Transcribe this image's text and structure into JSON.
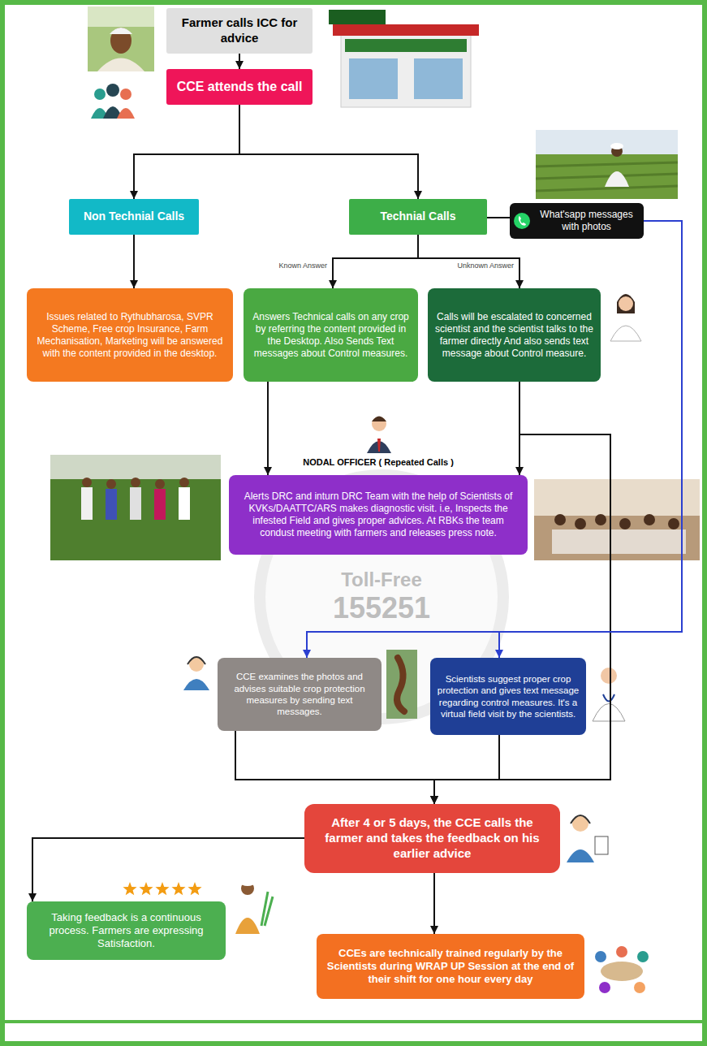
{
  "diagram": {
    "nodes": [
      {
        "text": [
          "Farmer calls ICC for advice"
        ]
      },
      {
        "text": [
          "CCE attends the call"
        ]
      },
      {
        "text": [
          "Non Technial Calls"
        ]
      },
      {
        "text": [
          "Technial Calls"
        ]
      },
      {
        "text": [
          "What'sapp messages with photos"
        ]
      },
      {
        "text": [
          "Issues related to Rythubharosa, SVPR Scheme, Free crop Insurance, Farm Mechanisation, Marketing will be answered with the content provided in the desktop."
        ]
      },
      {
        "text": [
          "Answers Technical calls on any crop by referring the content provided in the Desktop. Also Sends Text messages about Control measures."
        ]
      },
      {
        "text": [
          "Calls will be escalated to concerned scientist and the scientist talks to the farmer directly And also sends text message about Control measure."
        ]
      },
      {
        "text": [
          "NODAL OFFICER ( Repeated Calls )",
          "Alerts DRC and inturn DRC Team with the help of Scientists of KVKs/DAATTC/ARS makes diagnostic visit. i.e, Inspects the infested Field and gives proper advices. At RBKs the team condust meeting with farmers and releases press note."
        ]
      },
      {
        "text": [
          "CCE examines the photos and advises suitable crop protection measures by sending text messages."
        ]
      },
      {
        "text": [
          "Scientists suggest proper crop protection and gives text message regarding control measures. It's a virtual field visit by the scientists."
        ]
      },
      {
        "text": [
          "After 4 or 5 days, the CCE calls the farmer and takes the feedback on his earlier advice"
        ]
      },
      {
        "text": [
          "Taking feedback is a continuous process. Farmers are expressing Satisfaction."
        ]
      },
      {
        "text": [
          "CCEs are technically trained regularly by the Scientists during WRAP UP Session at the end of their shift for one hour every day"
        ]
      }
    ],
    "edges": [
      {
        "from": 0,
        "to": 1,
        "arrow": "to"
      },
      {
        "from": 1,
        "to": 2,
        "arrow": "to"
      },
      {
        "from": 1,
        "to": 3,
        "arrow": "to"
      },
      {
        "from": 2,
        "to": 5,
        "arrow": "to"
      },
      {
        "from": 3,
        "to": 4,
        "arrow": "none"
      },
      {
        "from": 3,
        "to": 6,
        "label": "Known Answer",
        "arrow": "to"
      },
      {
        "from": 3,
        "to": 7,
        "label": "Unknown Answer",
        "arrow": "to"
      },
      {
        "from": 6,
        "to": 8,
        "arrow": "to"
      },
      {
        "from": 7,
        "to": 8,
        "arrow": "to"
      },
      {
        "from": 7,
        "to": 11,
        "arrow": "to"
      },
      {
        "from": 4,
        "to": 9,
        "arrow": "to"
      },
      {
        "from": 4,
        "to": 10,
        "arrow": "to"
      },
      {
        "from": 9,
        "to": 11,
        "arrow": "to"
      },
      {
        "from": 10,
        "to": 11,
        "arrow": "to"
      },
      {
        "from": 11,
        "to": 12,
        "arrow": "to"
      },
      {
        "from": 11,
        "to": 13,
        "arrow": "to"
      }
    ],
    "labels": [
      "Toll-Free",
      "155251"
    ]
  }
}
